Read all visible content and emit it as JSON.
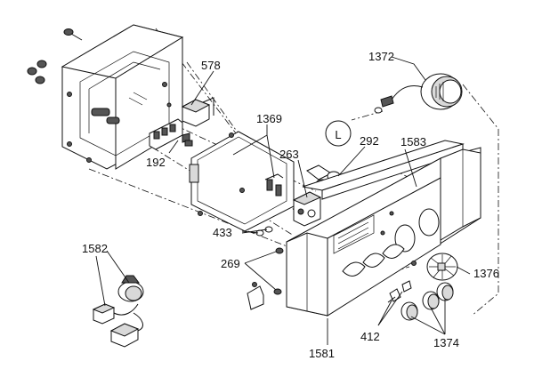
{
  "labels": {
    "l578": "578",
    "l1372": "1372",
    "l1369": "1369",
    "l292": "292",
    "l263": "263",
    "l1583": "1583",
    "l192": "192",
    "l433": "433",
    "l269": "269",
    "l1582": "1582",
    "l1376": "1376",
    "l412": "412",
    "l1374": "1374",
    "l1581": "1581",
    "lL": "L"
  }
}
